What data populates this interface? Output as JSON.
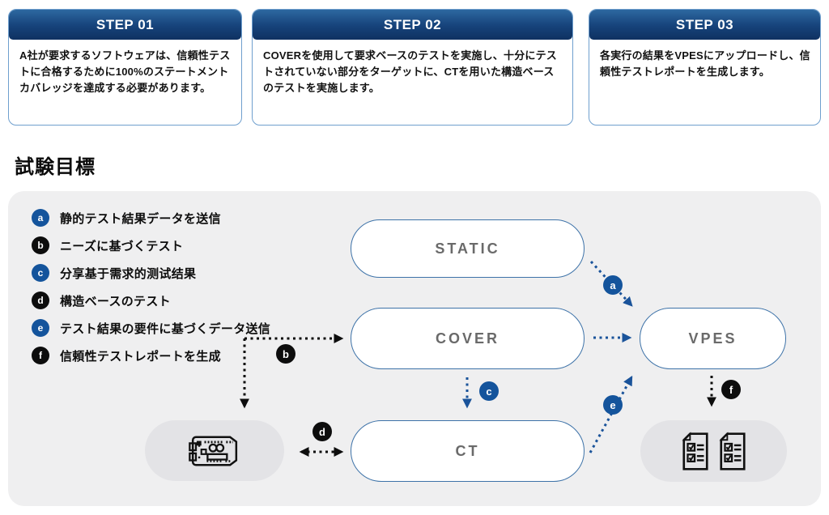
{
  "steps": [
    {
      "title": "STEP 01",
      "body": "A社が要求するソフトウェアは、信頼性テストに合格するために100%のステートメントカバレッジを達成する必要があります。"
    },
    {
      "title": "STEP 02",
      "body": "COVERを使用して要求ベースのテストを実施し、十分にテストされていない部分をターゲットに、CTを用いた構造ベースのテストを実施します。"
    },
    {
      "title": "STEP 03",
      "body": "各実行の結果をVPESにアップロードし、信頼性テストレポートを生成します。"
    }
  ],
  "section_title": "試験目標",
  "legend": [
    {
      "key": "a",
      "variant": "blue",
      "label": "静的テスト結果データを送信"
    },
    {
      "key": "b",
      "variant": "black",
      "label": "ニーズに基づくテスト"
    },
    {
      "key": "c",
      "variant": "blue",
      "label": "分享基于需求的测试结果"
    },
    {
      "key": "d",
      "variant": "black",
      "label": "構造ベースのテスト"
    },
    {
      "key": "e",
      "variant": "blue",
      "label": "テスト結果の要件に基づくデータ送信"
    },
    {
      "key": "f",
      "variant": "black",
      "label": "信頼性テストレポートを生成"
    }
  ],
  "nodes": {
    "static": "STATIC",
    "cover": "COVER",
    "ct": "CT",
    "vpes": "VPES"
  },
  "icons": {
    "board": "circuit-board-icon",
    "report": "report-checklist-icon"
  },
  "colors": {
    "header_gradient_top": "#2d68a0",
    "header_gradient_bottom": "#0f3261",
    "card_border": "#6f9fce",
    "node_border": "#3d72a8",
    "node_text": "#6a6a6a",
    "arrow_blue": "#1a539a",
    "arrow_black": "#0d0d0d",
    "badge_blue": "#14549c",
    "badge_black": "#0d0d0d",
    "panel_bg": "#efeff0",
    "gray_pill_bg": "#e3e3e6"
  }
}
